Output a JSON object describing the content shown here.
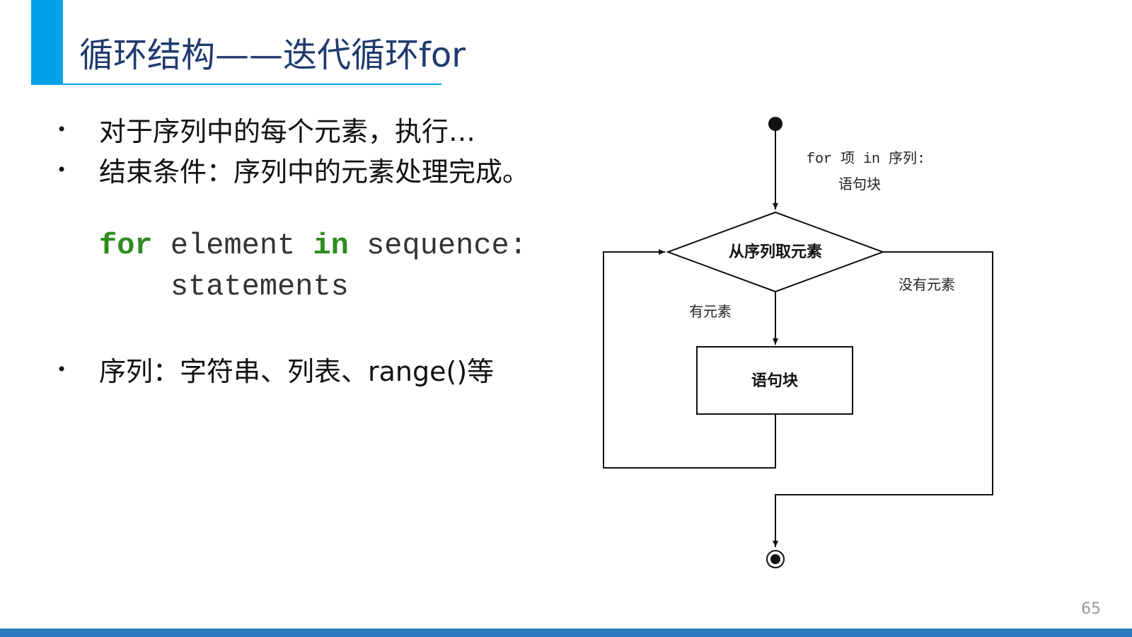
{
  "slide": {
    "title": "循环结构——迭代循环for",
    "page_number": "65"
  },
  "bullets": [
    "对于序列中的每个元素，执行…",
    "结束条件：序列中的元素处理完成。",
    "序列：字符串、列表、range()等"
  ],
  "code": {
    "line1": {
      "kw1": "for",
      "mid": " element ",
      "kw2": "in",
      "rest": " sequence:"
    },
    "line2": "    statements"
  },
  "flowchart": {
    "loop_label_line1": "for 项 in 序列:",
    "loop_label_line2": "语句块",
    "decision": "从序列取元素",
    "yes_label": "有元素",
    "no_label": "没有元素",
    "process": "语句块"
  },
  "colors": {
    "accent": "#00a2e8",
    "title": "#1f3a6e",
    "keyword": "#2e8b1e",
    "bottom_bar": "#2b7bbf"
  }
}
